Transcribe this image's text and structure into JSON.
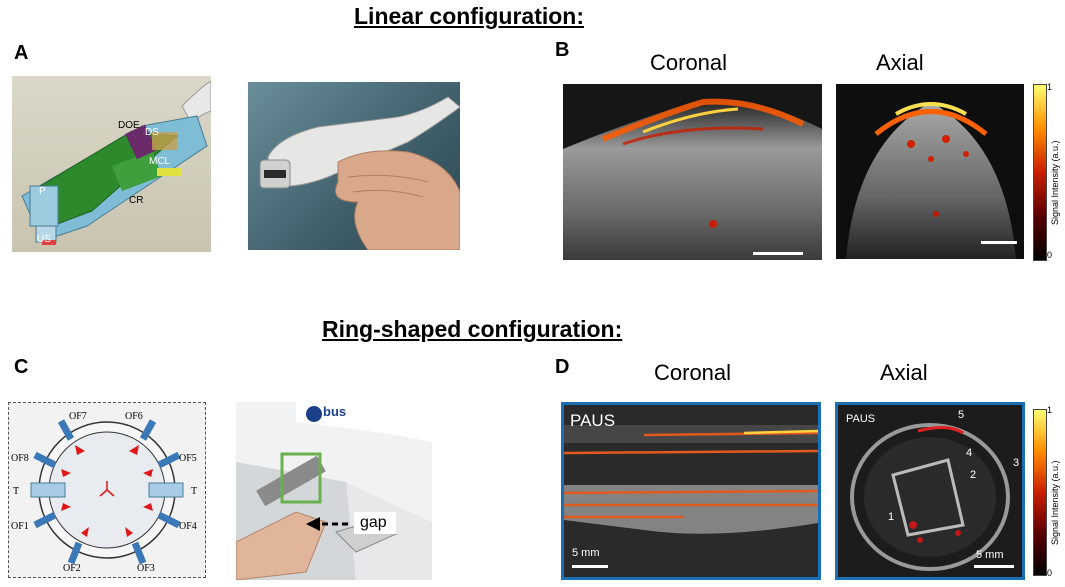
{
  "titles": {
    "linear": "Linear configuration:",
    "ring": "Ring-shaped configuration:"
  },
  "panels": {
    "A": {
      "label": "A",
      "parts": [
        "DOE",
        "DS",
        "MCL",
        "P",
        "CR",
        "US"
      ]
    },
    "B": {
      "label": "B",
      "coronal": "Coronal",
      "axial": "Axial",
      "colorbar": {
        "max": "1",
        "min": "0",
        "title": "Signal Intensity (a.u.)"
      }
    },
    "C": {
      "label": "C",
      "fibers": [
        "OF1",
        "OF2",
        "OF3",
        "OF4",
        "OF5",
        "OF6",
        "OF7",
        "OF8"
      ],
      "transducer": "T",
      "gap": "gap",
      "brand": "bus"
    },
    "D": {
      "label": "D",
      "coronal": "Coronal",
      "axial": "Axial",
      "paus": "PAUS",
      "scale": "5 mm",
      "arrows": [
        "1",
        "2",
        "3",
        "4",
        "5"
      ],
      "colorbar": {
        "max": "1",
        "min": "0",
        "title": "Signal Intensity (a.u.)"
      }
    }
  },
  "colors": {
    "fiber": "#3a78b8",
    "transducer": "#a8cbe8",
    "triangle": "#e01818",
    "frame_d": "#1a6fb5",
    "probe_green": "#2c8a2c"
  }
}
